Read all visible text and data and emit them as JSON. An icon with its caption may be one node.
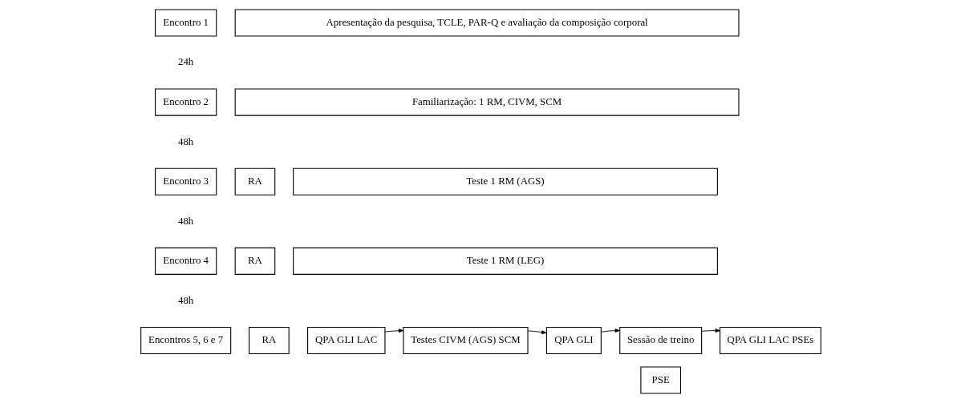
{
  "diagram": {
    "nodes": [
      {
        "text": [
          "Encontro 1"
        ]
      },
      {
        "text": [
          "Apresentação da pesquisa, TCLE, PAR-Q e avaliação da composição corporal"
        ]
      },
      {
        "text": [
          "Encontro 2"
        ]
      },
      {
        "text": [
          "Familiarização: 1 RM, CIVM, SCM"
        ]
      },
      {
        "text": [
          "Encontro 3"
        ]
      },
      {
        "text": [
          "RA"
        ]
      },
      {
        "text": [
          "Teste 1 RM (AGS)"
        ]
      },
      {
        "text": [
          "Encontro 4"
        ]
      },
      {
        "text": [
          "RA"
        ]
      },
      {
        "text": [
          "Teste 1 RM (LEG)"
        ]
      },
      {
        "text": [
          "Encontros 5, 6 e 7"
        ]
      },
      {
        "text": [
          "RA"
        ]
      },
      {
        "text": [
          "QPA GLI LAC"
        ]
      },
      {
        "text": [
          "Testes CIVM (AGS) SCM"
        ]
      },
      {
        "text": [
          "QPA GLI"
        ]
      },
      {
        "text": [
          "Sessão de treino"
        ]
      },
      {
        "text": [
          "PSE"
        ]
      },
      {
        "text": [
          "QPA GLI LAC PSEs"
        ]
      }
    ],
    "edges": [
      {
        "from": 12,
        "to": 13,
        "arrow": "to"
      },
      {
        "from": 13,
        "to": 14,
        "arrow": "to"
      },
      {
        "from": 14,
        "to": 15,
        "arrow": "to"
      },
      {
        "from": 15,
        "to": 17,
        "arrow": "to"
      }
    ],
    "labels": [
      "24h",
      "48h",
      "48h",
      "48h"
    ]
  }
}
